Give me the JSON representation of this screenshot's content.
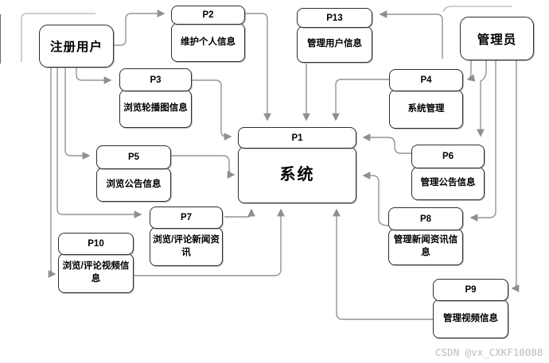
{
  "actors": {
    "registered_user": {
      "label": "注册用户"
    },
    "admin": {
      "label": "管理员"
    }
  },
  "system": {
    "id": "P1",
    "label": "系统"
  },
  "processes": {
    "p2": {
      "id": "P2",
      "label": "维护个人信息"
    },
    "p3": {
      "id": "P3",
      "label": "浏览轮播图信息"
    },
    "p5": {
      "id": "P5",
      "label": "浏览公告信息"
    },
    "p7": {
      "id": "P7",
      "label": "浏览/评论新闻资讯"
    },
    "p10": {
      "id": "P10",
      "label": "浏览/评论视频信息"
    },
    "p13": {
      "id": "P13",
      "label": "管理用户信息"
    },
    "p4": {
      "id": "P4",
      "label": "系统管理"
    },
    "p6": {
      "id": "P6",
      "label": "管理公告信息"
    },
    "p8": {
      "id": "P8",
      "label": "管理新闻资讯信息"
    },
    "p9": {
      "id": "P9",
      "label": "管理视频信息"
    }
  },
  "watermark": "CSDN @vx_CXKF10088",
  "colors": {
    "connector": "#949494",
    "connector_light": "#b3b3b3",
    "box_border": "#2e2e2e",
    "text": "#000000",
    "watermark": "#bcbcbc",
    "background": "#ffffff"
  }
}
